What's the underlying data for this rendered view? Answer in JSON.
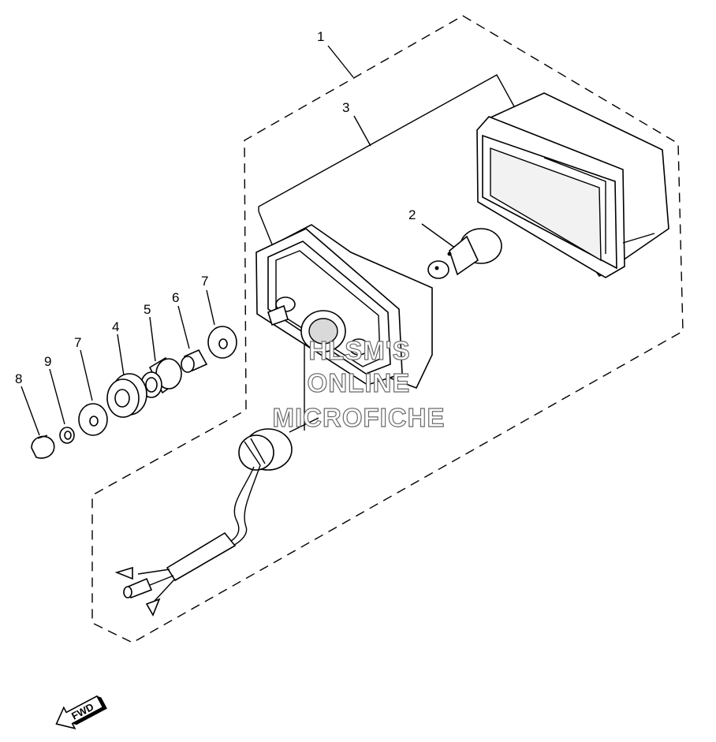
{
  "callouts": [
    {
      "id": "c1",
      "label": "1"
    },
    {
      "id": "c2",
      "label": "2"
    },
    {
      "id": "c3",
      "label": "3"
    },
    {
      "id": "c4",
      "label": "4"
    },
    {
      "id": "c5",
      "label": "5"
    },
    {
      "id": "c6",
      "label": "6"
    },
    {
      "id": "c7a",
      "label": "7"
    },
    {
      "id": "c7b",
      "label": "7"
    },
    {
      "id": "c8",
      "label": "8"
    },
    {
      "id": "c9",
      "label": "9"
    }
  ],
  "watermark": {
    "line1": "HLSM'S",
    "line2": "ONLINE",
    "line3": "MICROFICHE"
  },
  "fwd_arrow": {
    "label": "FWD"
  }
}
